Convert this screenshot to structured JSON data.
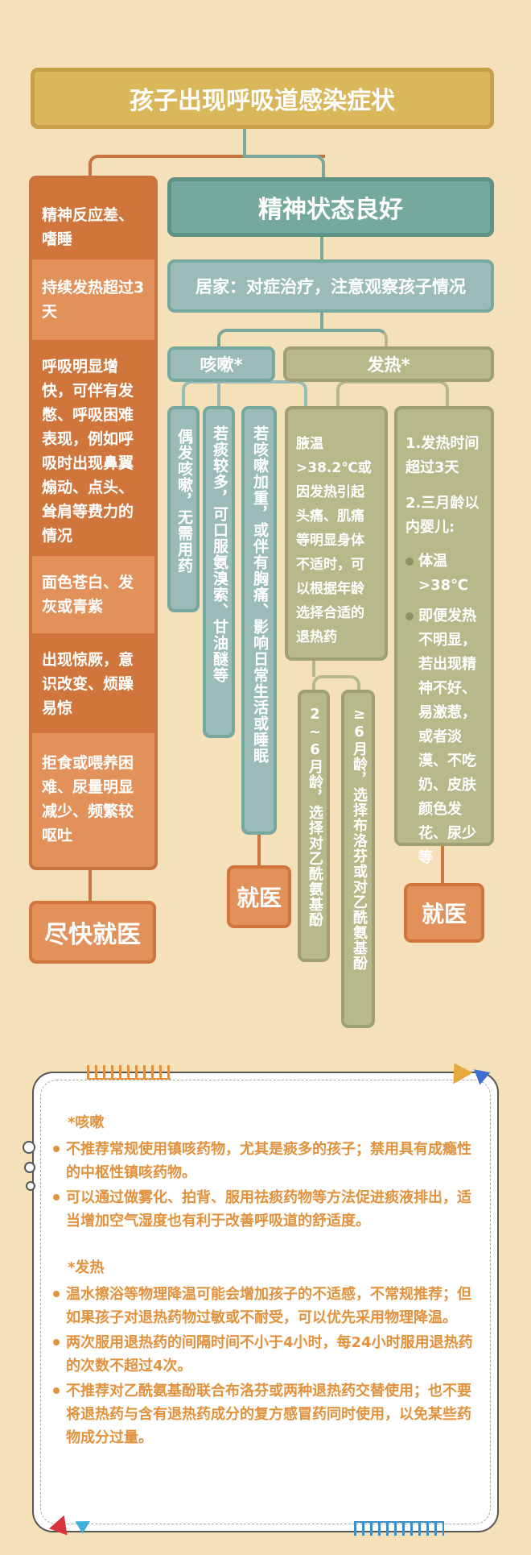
{
  "title": "孩子出现呼吸道感染症状",
  "left_items": [
    "精神反应差、嗜睡",
    "持续发热超过3天",
    "呼吸明显增快，可伴有发憋、呼吸困难表现，例如呼吸时出现鼻翼煽动、点头、耸肩等费力的情况",
    "面色苍白、发灰或青紫",
    "出现惊厥，意识改变、烦躁易惊",
    "拒食或喂养困难、尿量明显减少、频繁较呕吐"
  ],
  "left_result": "尽快就医",
  "good_state": "精神状态良好",
  "home_care": "居家：对症治疗，注意观察孩子情况",
  "cough": {
    "label": "咳嗽*",
    "cols": [
      "偶发咳嗽，无需用药",
      "若痰较多，可口服氨溴索、甘油醚等",
      "若咳嗽加重，或伴有胸痛、影响日常生活或睡眠"
    ],
    "result": "就医"
  },
  "fever": {
    "label": "发热*",
    "left": "腋温>38.2℃或因发热引起头痛、肌痛等明显身体不适时，可以根据年龄选择合适的退热药",
    "sub": [
      "2~6月龄，选择对乙酰氨基酚",
      "≥6月龄，选择布洛芬或对乙酰氨基酚"
    ],
    "right_1": "1.发热时间超过3天",
    "right_2": "2.三月龄以内婴儿:",
    "right_b1": "体温>38℃",
    "right_b2": "即便发热不明显，若出现精神不好、易激惹，或者淡漠、不吃奶、皮肤颜色发花、尿少等",
    "result": "就医"
  },
  "notes": {
    "cough_title": "*咳嗽",
    "cough_items": [
      "不推荐常规使用镇咳药物，尤其是痰多的孩子；禁用具有成瘾性的中枢性镇咳药物。",
      "可以通过做雾化、拍背、服用祛痰药物等方法促进痰液排出，适当增加空气湿度也有利于改善呼吸道的舒适度。"
    ],
    "fever_title": "*发热",
    "fever_items": [
      "温水擦浴等物理降温可能会增加孩子的不适感，不常规推荐；但如果孩子对退热药物过敏或不耐受，可以优先采用物理降温。",
      "两次服用退热药的间隔时间不小于4小时，每24小时服用退热药的次数不超过4次。",
      "不推荐对乙酰氨基酚联合布洛芬或两种退热药交替使用；也不要将退热药与含有退热药成分的复方感冒药同时使用，以免某些药物成分过量。"
    ]
  },
  "colors": {
    "background": "#f4e1b9",
    "title_gold": "#d9b75a",
    "orange_dark": "#d0763d",
    "orange_light": "#e2915a",
    "teal": "#76a99d",
    "blue_gray": "#9bbbb8",
    "olive": "#b7b98b",
    "note_text": "#e2913c"
  }
}
